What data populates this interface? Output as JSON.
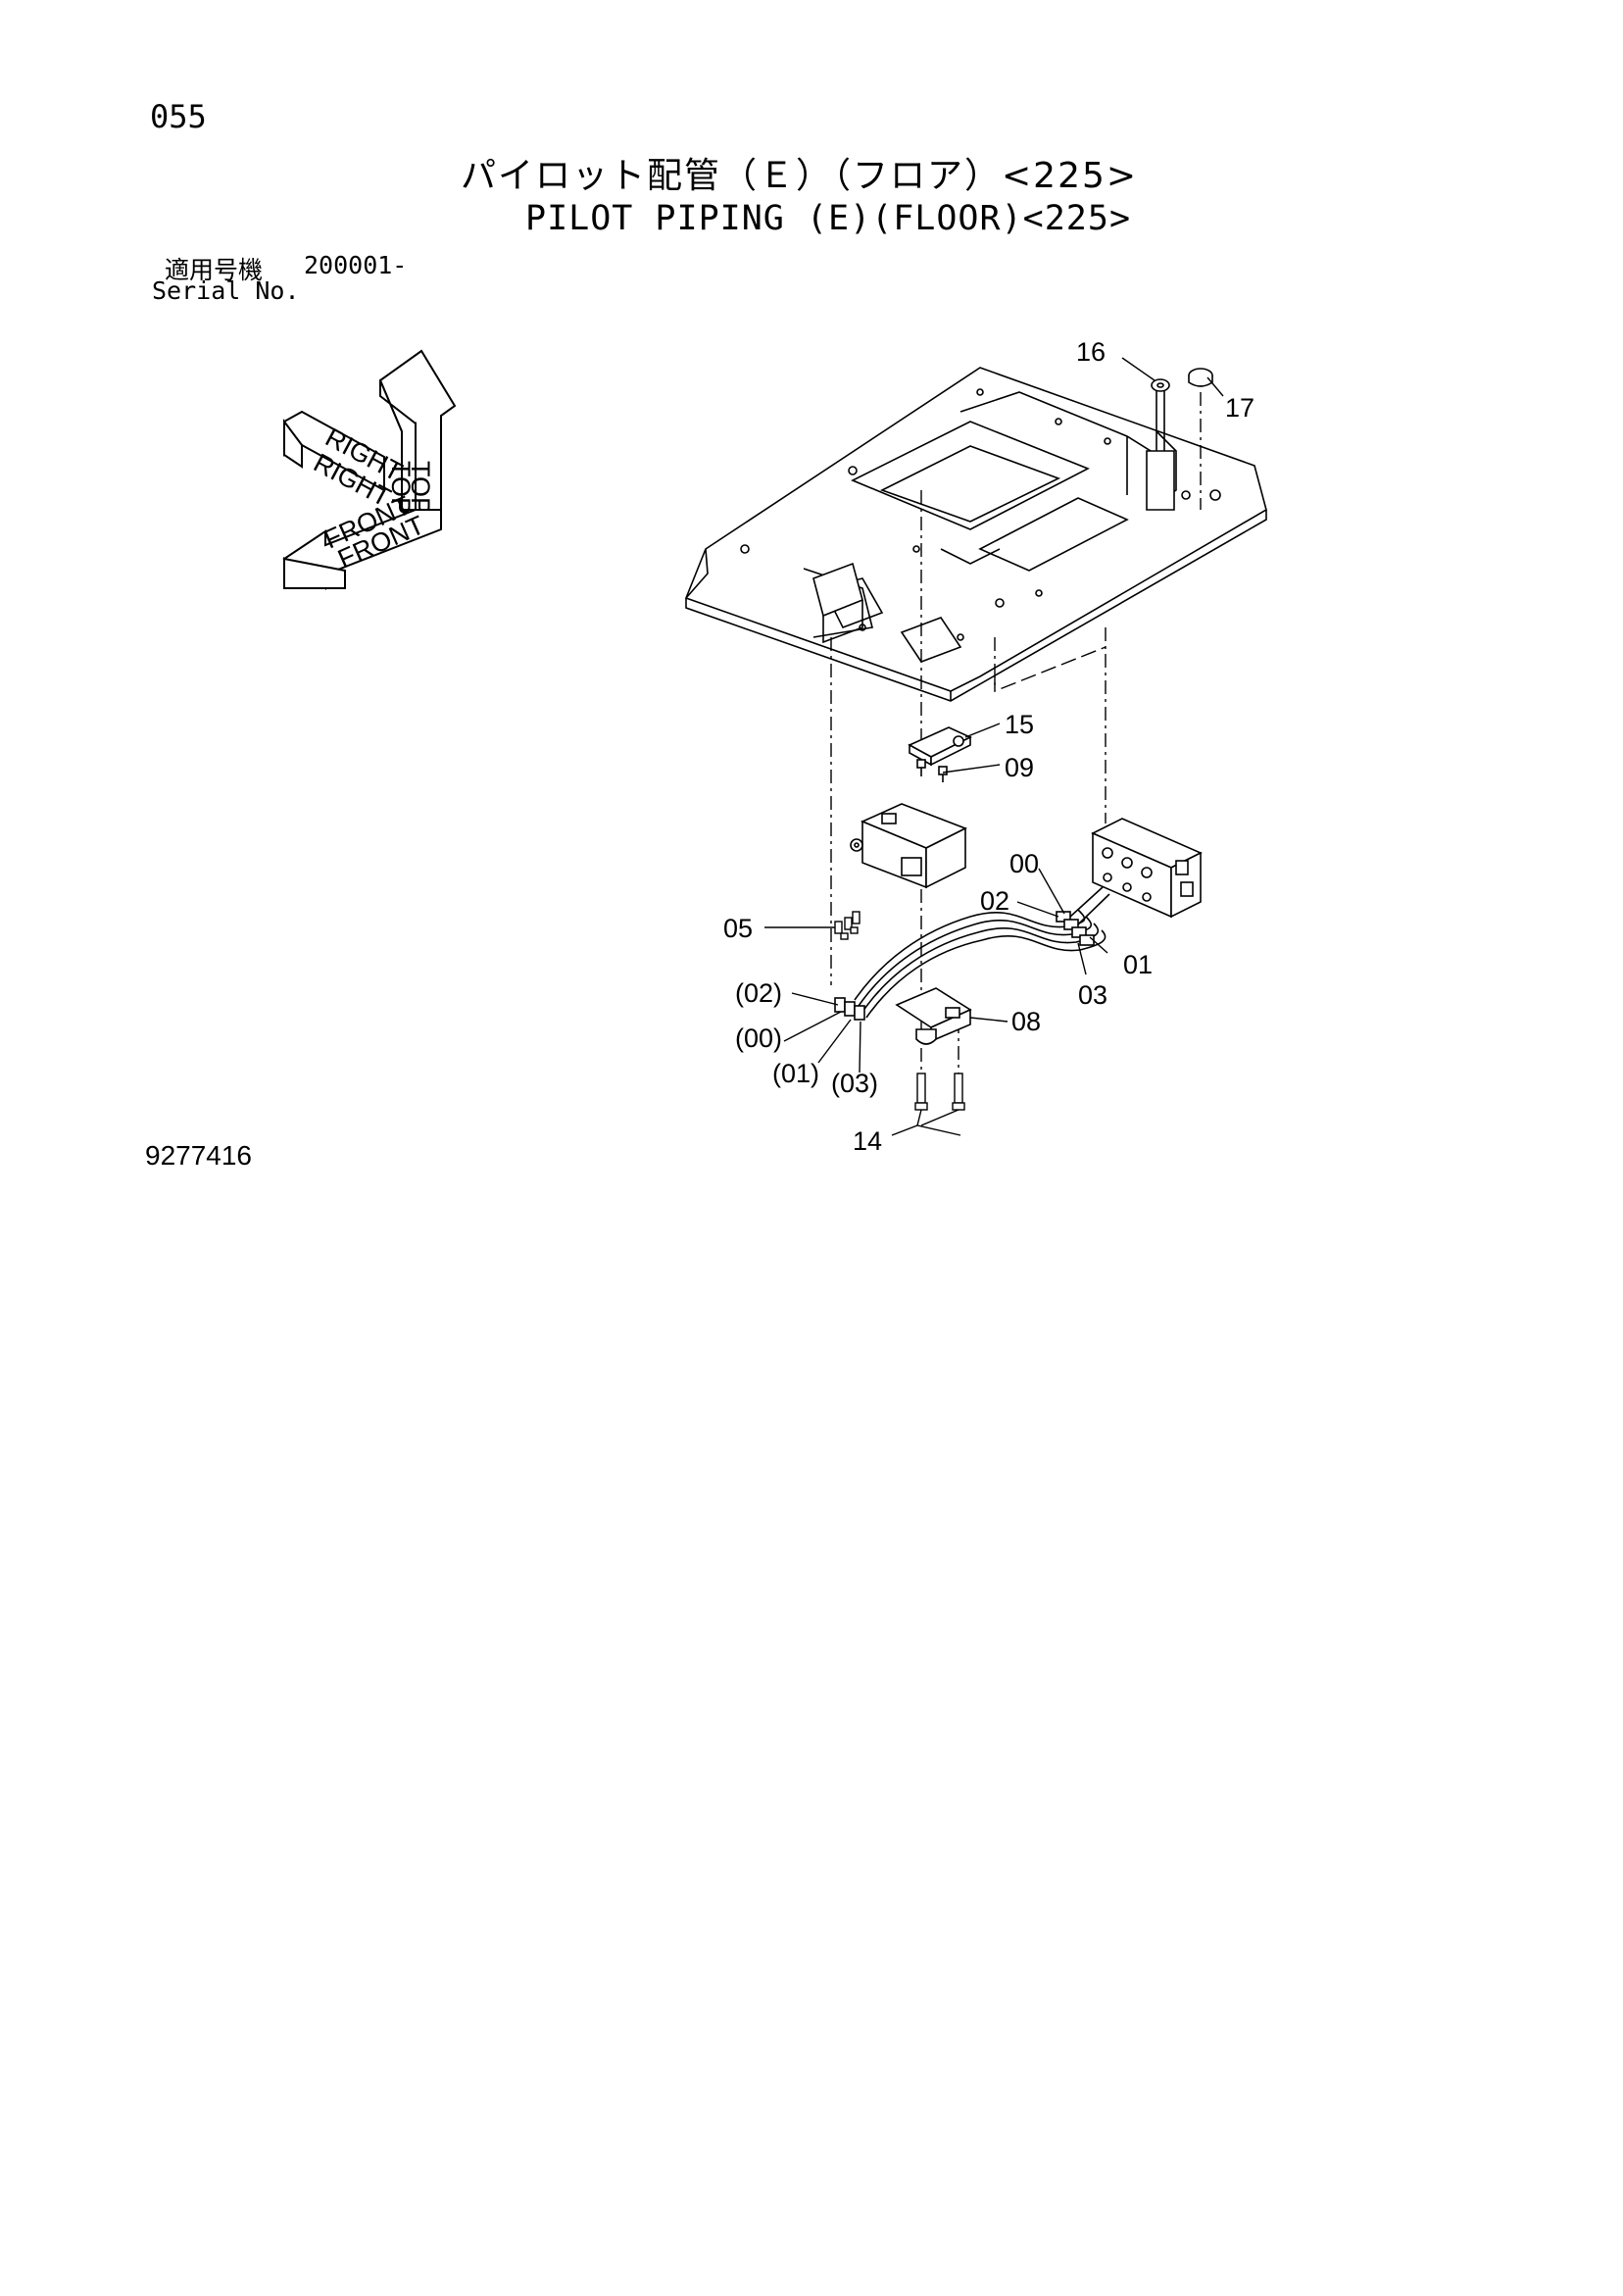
{
  "header": {
    "page_number": "055",
    "title_jp": "パイロット配管（Ｅ）（フロア）<225>",
    "title_en": "PILOT PIPING (E)(FLOOR)<225>",
    "serial_label_jp": "適用号機",
    "serial_value": "200001-",
    "serial_label_en": "Serial No."
  },
  "orientation_indicator": {
    "labels": [
      "TOP",
      "TOP",
      "RIGHT",
      "RIGHT",
      "FRONT",
      "FRONT"
    ]
  },
  "callouts": {
    "c16": "16",
    "c17": "17",
    "c15": "15",
    "c09": "09",
    "c00": "00",
    "c02": "02",
    "c05": "05",
    "c01": "01",
    "c03": "03",
    "c02p": "(02)",
    "c08": "08",
    "c00p": "(00)",
    "c01p": "(01)",
    "c03p": "(03)",
    "c14": "14"
  },
  "footer": {
    "drawing_number": "9277416"
  }
}
